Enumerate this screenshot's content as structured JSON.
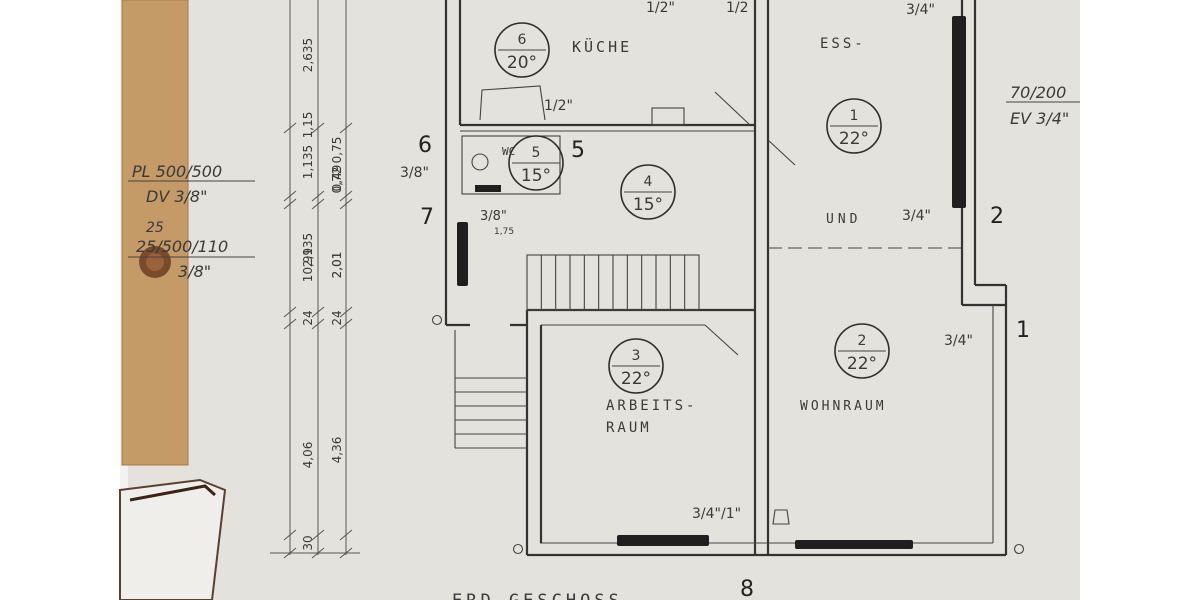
{
  "sheet": {
    "paper_color": "#e4e2dc",
    "ink_color": "#333333",
    "tape_color": "#c49a66"
  },
  "rooms": [
    {
      "id": "kueche",
      "number": "6",
      "temp": "20°",
      "label_lines": [
        "KÜCHE"
      ]
    },
    {
      "id": "wc",
      "number": "5",
      "temp": "15°",
      "label_lines": [
        "WC"
      ]
    },
    {
      "id": "flur",
      "number": "4",
      "temp": "15°",
      "label_lines": []
    },
    {
      "id": "essen",
      "number": "1",
      "temp": "22°",
      "label_lines": [
        "ESS-",
        "UND"
      ]
    },
    {
      "id": "arbeit",
      "number": "3",
      "temp": "22°",
      "label_lines": [
        "ARBEITS-",
        "RAUM"
      ]
    },
    {
      "id": "wohnen",
      "number": "2",
      "temp": "22°",
      "label_lines": [
        "WOHNRAUM"
      ]
    }
  ],
  "pipe_labels": {
    "top_left": "1/2\"",
    "top_mid": "1/2",
    "top_right": "3/4\"",
    "kitchen": "1/2\"",
    "wc_left": "3/8\"",
    "hall": "3/8\"",
    "hall_dim": "1,75",
    "right_mid": "3/4\"",
    "right_low": "3/4\"",
    "bottom_a": "3/4\"/1\""
  },
  "markers": [
    "6",
    "5",
    "7",
    "2",
    "1",
    "8"
  ],
  "left_notes": {
    "pl1": "PL 500/500",
    "dv1": "DV 3/8\"",
    "n25": "25",
    "pl2": "25/500/110",
    "dv2": "3/8\""
  },
  "right_notes": {
    "a": "70/200",
    "b": "EV 3/4\""
  },
  "dimensions": {
    "col_a": [
      "2,635",
      "1,15",
      "1,135",
      "10,99",
      "2,135",
      "24",
      "4,06",
      "30"
    ],
    "col_b": [
      "0,75",
      "0,72",
      "0,49",
      "2,01",
      "2,01",
      "24",
      "4,36"
    ]
  },
  "footer": {
    "title": "ERD-GESCHOSS"
  }
}
